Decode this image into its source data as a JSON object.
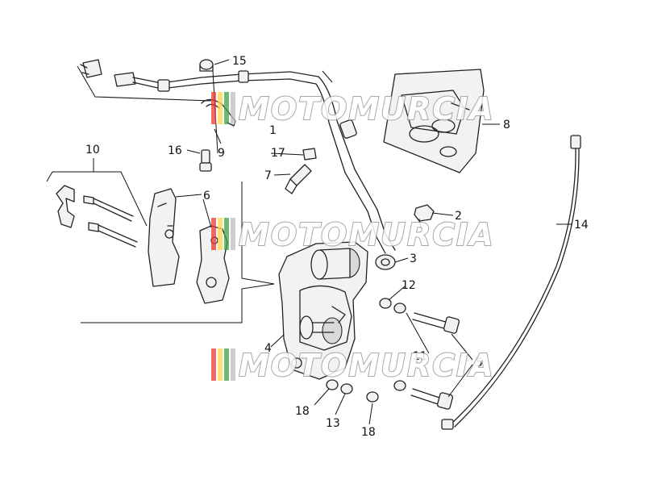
{
  "callouts": {
    "c1": "1",
    "c2": "2",
    "c3": "3",
    "c4": "4",
    "c5": "5",
    "c6": "6",
    "c7": "7",
    "c8": "8",
    "c9": "9",
    "c10": "10",
    "c11": "11",
    "c12": "12",
    "c13": "13",
    "c14": "14",
    "c15": "15",
    "c16": "16",
    "c17": "17",
    "c18a": "18",
    "c18b": "18"
  },
  "watermark": {
    "text": "MOTOMURCIA",
    "colors": [
      "#e53935",
      "#ffd54f",
      "#43a047",
      "#bdbdbd"
    ]
  }
}
